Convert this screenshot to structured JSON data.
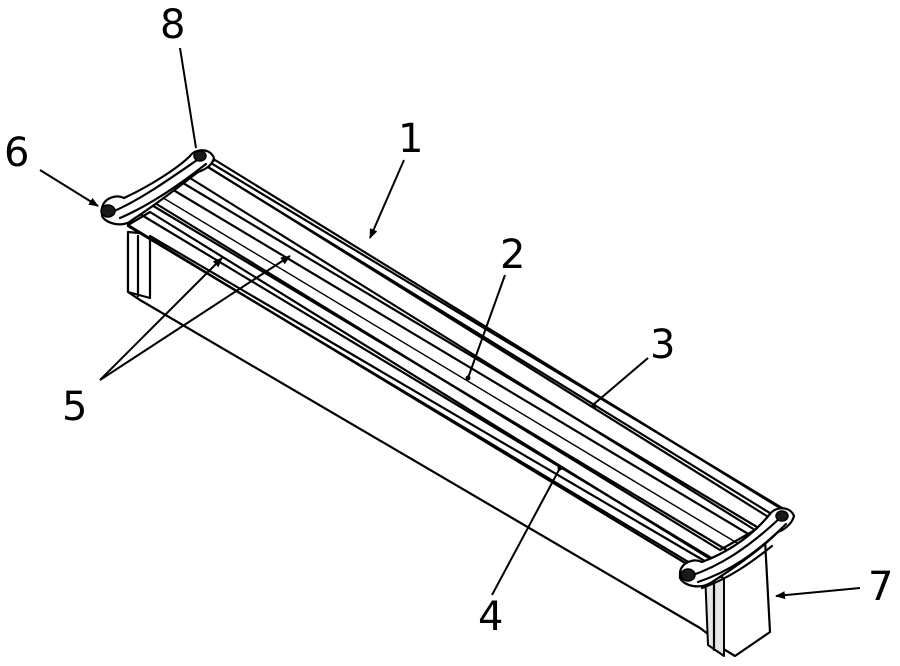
{
  "figure": {
    "reference_numerals": {
      "n1": "1",
      "n2": "2",
      "n3": "3",
      "n4": "4",
      "n5": "5",
      "n6": "6",
      "n7": "7",
      "n8": "8"
    }
  },
  "colors": {
    "line": "#000000",
    "background": "#ffffff",
    "shade": "#e6e6e6"
  }
}
